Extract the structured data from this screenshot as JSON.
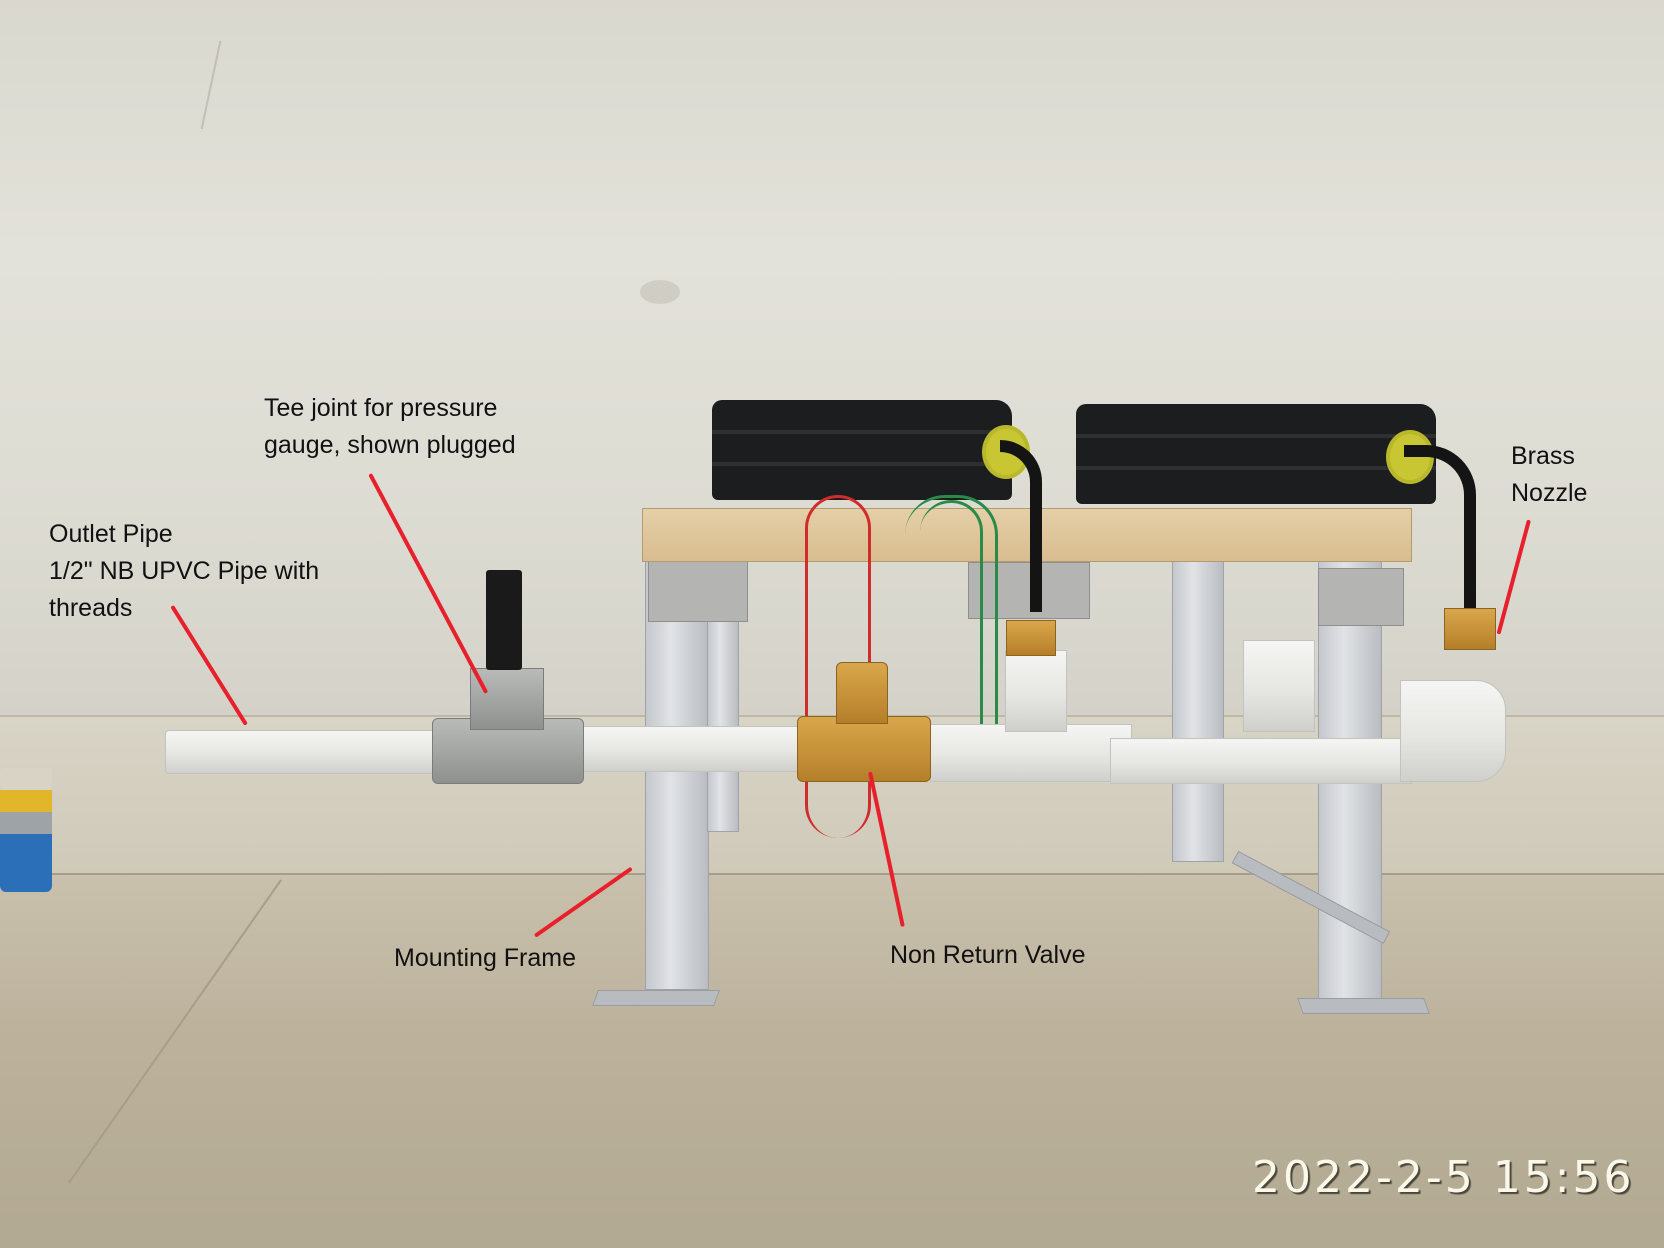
{
  "image": {
    "description": "Photo of a dual water pump assembly on a wooden board mounted on an aluminium frame, with UPVC piping, a non return valve and brass fittings; annotated with labels and red leader lines",
    "timestamp": "2022-2-5 15:56"
  },
  "annotations": [
    {
      "id": "outlet-pipe",
      "text": "Outlet Pipe\n1/2\" NB UPVC Pipe with\nthreads",
      "points_to": "outlet pipe (left end of pipe run)"
    },
    {
      "id": "tee-joint",
      "text": "Tee joint for pressure\ngauge, shown plugged",
      "points_to": "galvanised tee joint with black plug"
    },
    {
      "id": "brass-nozzle",
      "text": "Brass\nNozzle",
      "points_to": "brass fitting at right pump hose"
    },
    {
      "id": "mounting-frame",
      "text": "Mounting Frame",
      "points_to": "aluminium upright of frame"
    },
    {
      "id": "non-return-valve",
      "text": "Non Return Valve",
      "points_to": "brass non return valve on pipe"
    }
  ],
  "colors": {
    "leader_line": "#e8202b",
    "label_text": "#111111",
    "timestamp_text": "#fbf8ea"
  }
}
